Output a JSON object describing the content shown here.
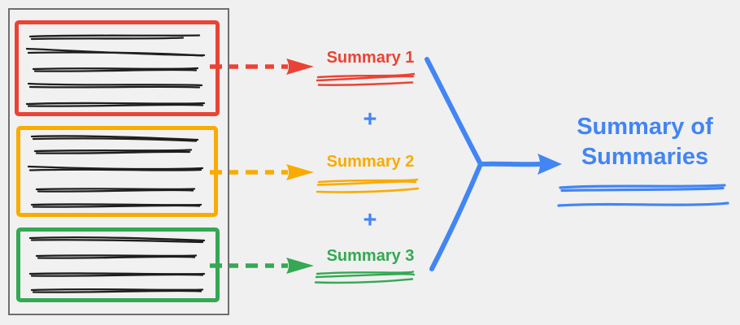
{
  "colors": {
    "red": "#EA4335",
    "yellow": "#F9AB00",
    "green": "#34A853",
    "blue": "#4285F4",
    "ink": "#1E1E1E",
    "frame_gray": "#6E6E6E",
    "background": "#F0F0F0"
  },
  "document": {
    "chunks": [
      {
        "name": "chunk-1",
        "color": "#EA4335",
        "text_line_count": 5
      },
      {
        "name": "chunk-2",
        "color": "#F9AB00",
        "text_line_count": 5
      },
      {
        "name": "chunk-3",
        "color": "#34A853",
        "text_line_count": 4
      }
    ]
  },
  "summaries": [
    {
      "label": "Summary 1",
      "color": "#EA4335"
    },
    {
      "label": "Summary 2",
      "color": "#F9AB00"
    },
    {
      "label": "Summary 3",
      "color": "#34A853"
    }
  ],
  "operators": {
    "plus": "+"
  },
  "result": {
    "label": "Summary of Summaries",
    "color": "#4285F4"
  }
}
